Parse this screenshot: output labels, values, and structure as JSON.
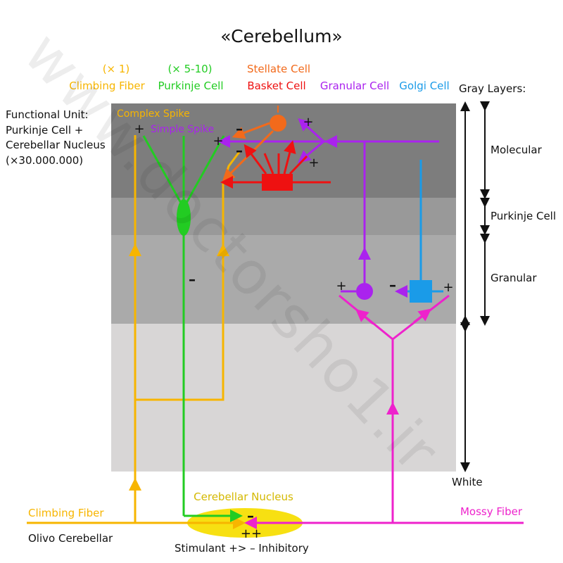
{
  "title": "«Cerebellum»",
  "watermark": "www.doctorsho1.ir",
  "functional_unit": {
    "line1": "Functional Unit:",
    "line2": "Purkinje Cell +",
    "line3": "Cerebellar Nucleus",
    "line4": "(×30.000.000)"
  },
  "column_labels": {
    "climbing_count": "(× 1)",
    "climbing_fiber": "Climbing Fiber",
    "purkinje_count": "(× 5-10)",
    "purkinje_cell": "Purkinje Cell",
    "stellate_cell": "Stellate Cell",
    "basket_cell": "Basket Cell",
    "granular_cell": "Granular Cell",
    "golgi_cell": "Golgi Cell"
  },
  "layers": {
    "heading": "Gray Layers:",
    "molecular": "Molecular",
    "purkinje": "Purkinje Cell",
    "granular": "Granular",
    "white": "White"
  },
  "annotations": {
    "complex_spike": "Complex Spike",
    "simple_spike": "Simple Spike",
    "cerebellar_nucleus": "Cerebellar Nucleus",
    "climbing_fiber_input": "Climbing Fiber",
    "olivo_cerebellar": "Olivo Cerebellar",
    "mossy_fiber": "Mossy Fiber",
    "legend": "Stimulant +> – Inhibitory"
  },
  "signs": {
    "plus": "+",
    "minus": "–",
    "plus_plus": "++"
  },
  "colors": {
    "climbing": "#f7b500",
    "purkinje": "#22cc22",
    "stellate": "#f26a1b",
    "basket": "#ee1111",
    "granular": "#aa22ee",
    "golgi": "#1a9be8",
    "mossy": "#ee22cc",
    "nucleus": "#f7e012",
    "nucleus_label": "#d4b800",
    "molecular_layer": "#7d7d7d",
    "purkinje_layer": "#999999",
    "granular_layer": "#aaaaaa",
    "white_layer": "#d8d6d6"
  }
}
